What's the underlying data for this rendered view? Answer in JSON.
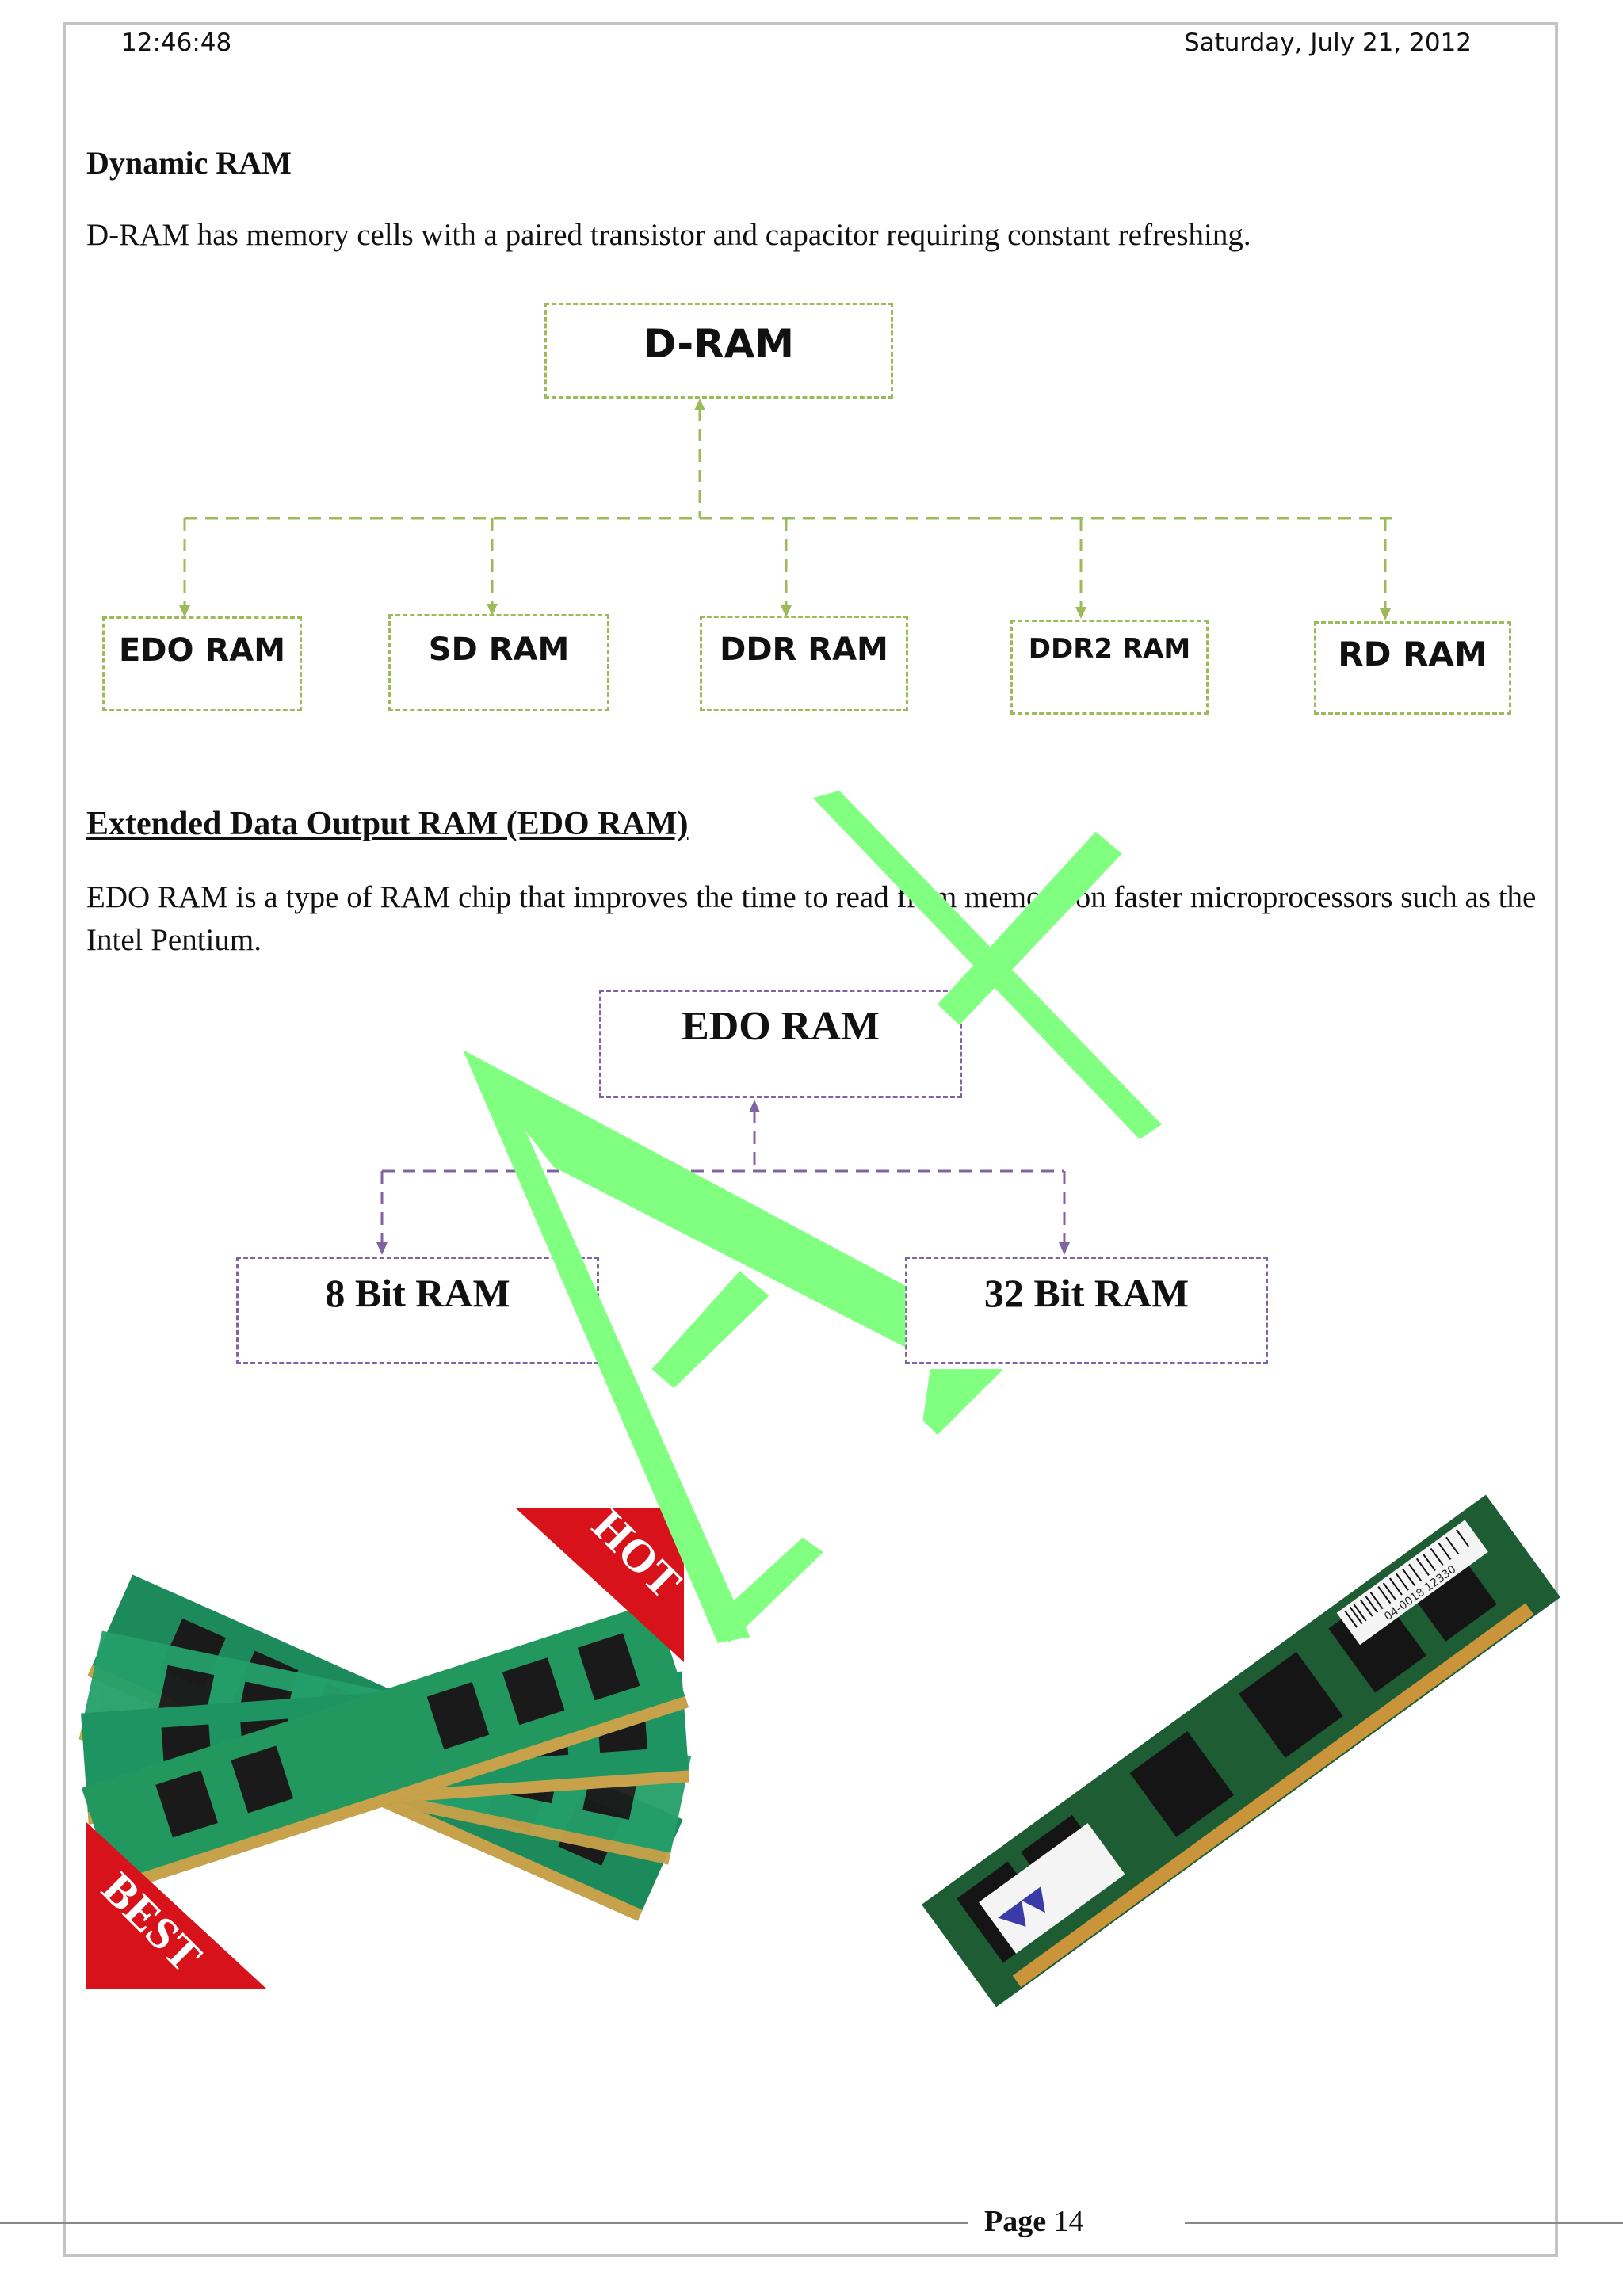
{
  "header": {
    "time": "12:46:48",
    "date": "Saturday, July 21, 2012"
  },
  "section1": {
    "heading": "Dynamic RAM",
    "paragraph": "D-RAM has memory cells with a paired transistor and capacitor requiring constant refreshing.",
    "diagram": {
      "root": "D-RAM",
      "children": [
        "EDO RAM",
        "SD RAM",
        "DDR RAM",
        "DDR2 RAM",
        "RD RAM"
      ],
      "color": "#9bbb59"
    }
  },
  "section2": {
    "heading": "Extended Data Output RAM (EDO RAM)",
    "paragraph": "EDO RAM is a type of RAM chip that improves the time to read from memory on faster microprocessors such as the Intel Pentium.",
    "diagram": {
      "root": "EDO RAM",
      "children": [
        "8 Bit RAM",
        "32 Bit RAM"
      ],
      "color": "#8064a2"
    }
  },
  "images": {
    "left_ribbons": [
      "HOT",
      "BEST"
    ],
    "right_label_barcode": "04-0018 12330"
  },
  "watermark": {
    "color": "#80ff80",
    "text": "A"
  },
  "footer": {
    "page_word": "Page",
    "page_number": "14"
  }
}
